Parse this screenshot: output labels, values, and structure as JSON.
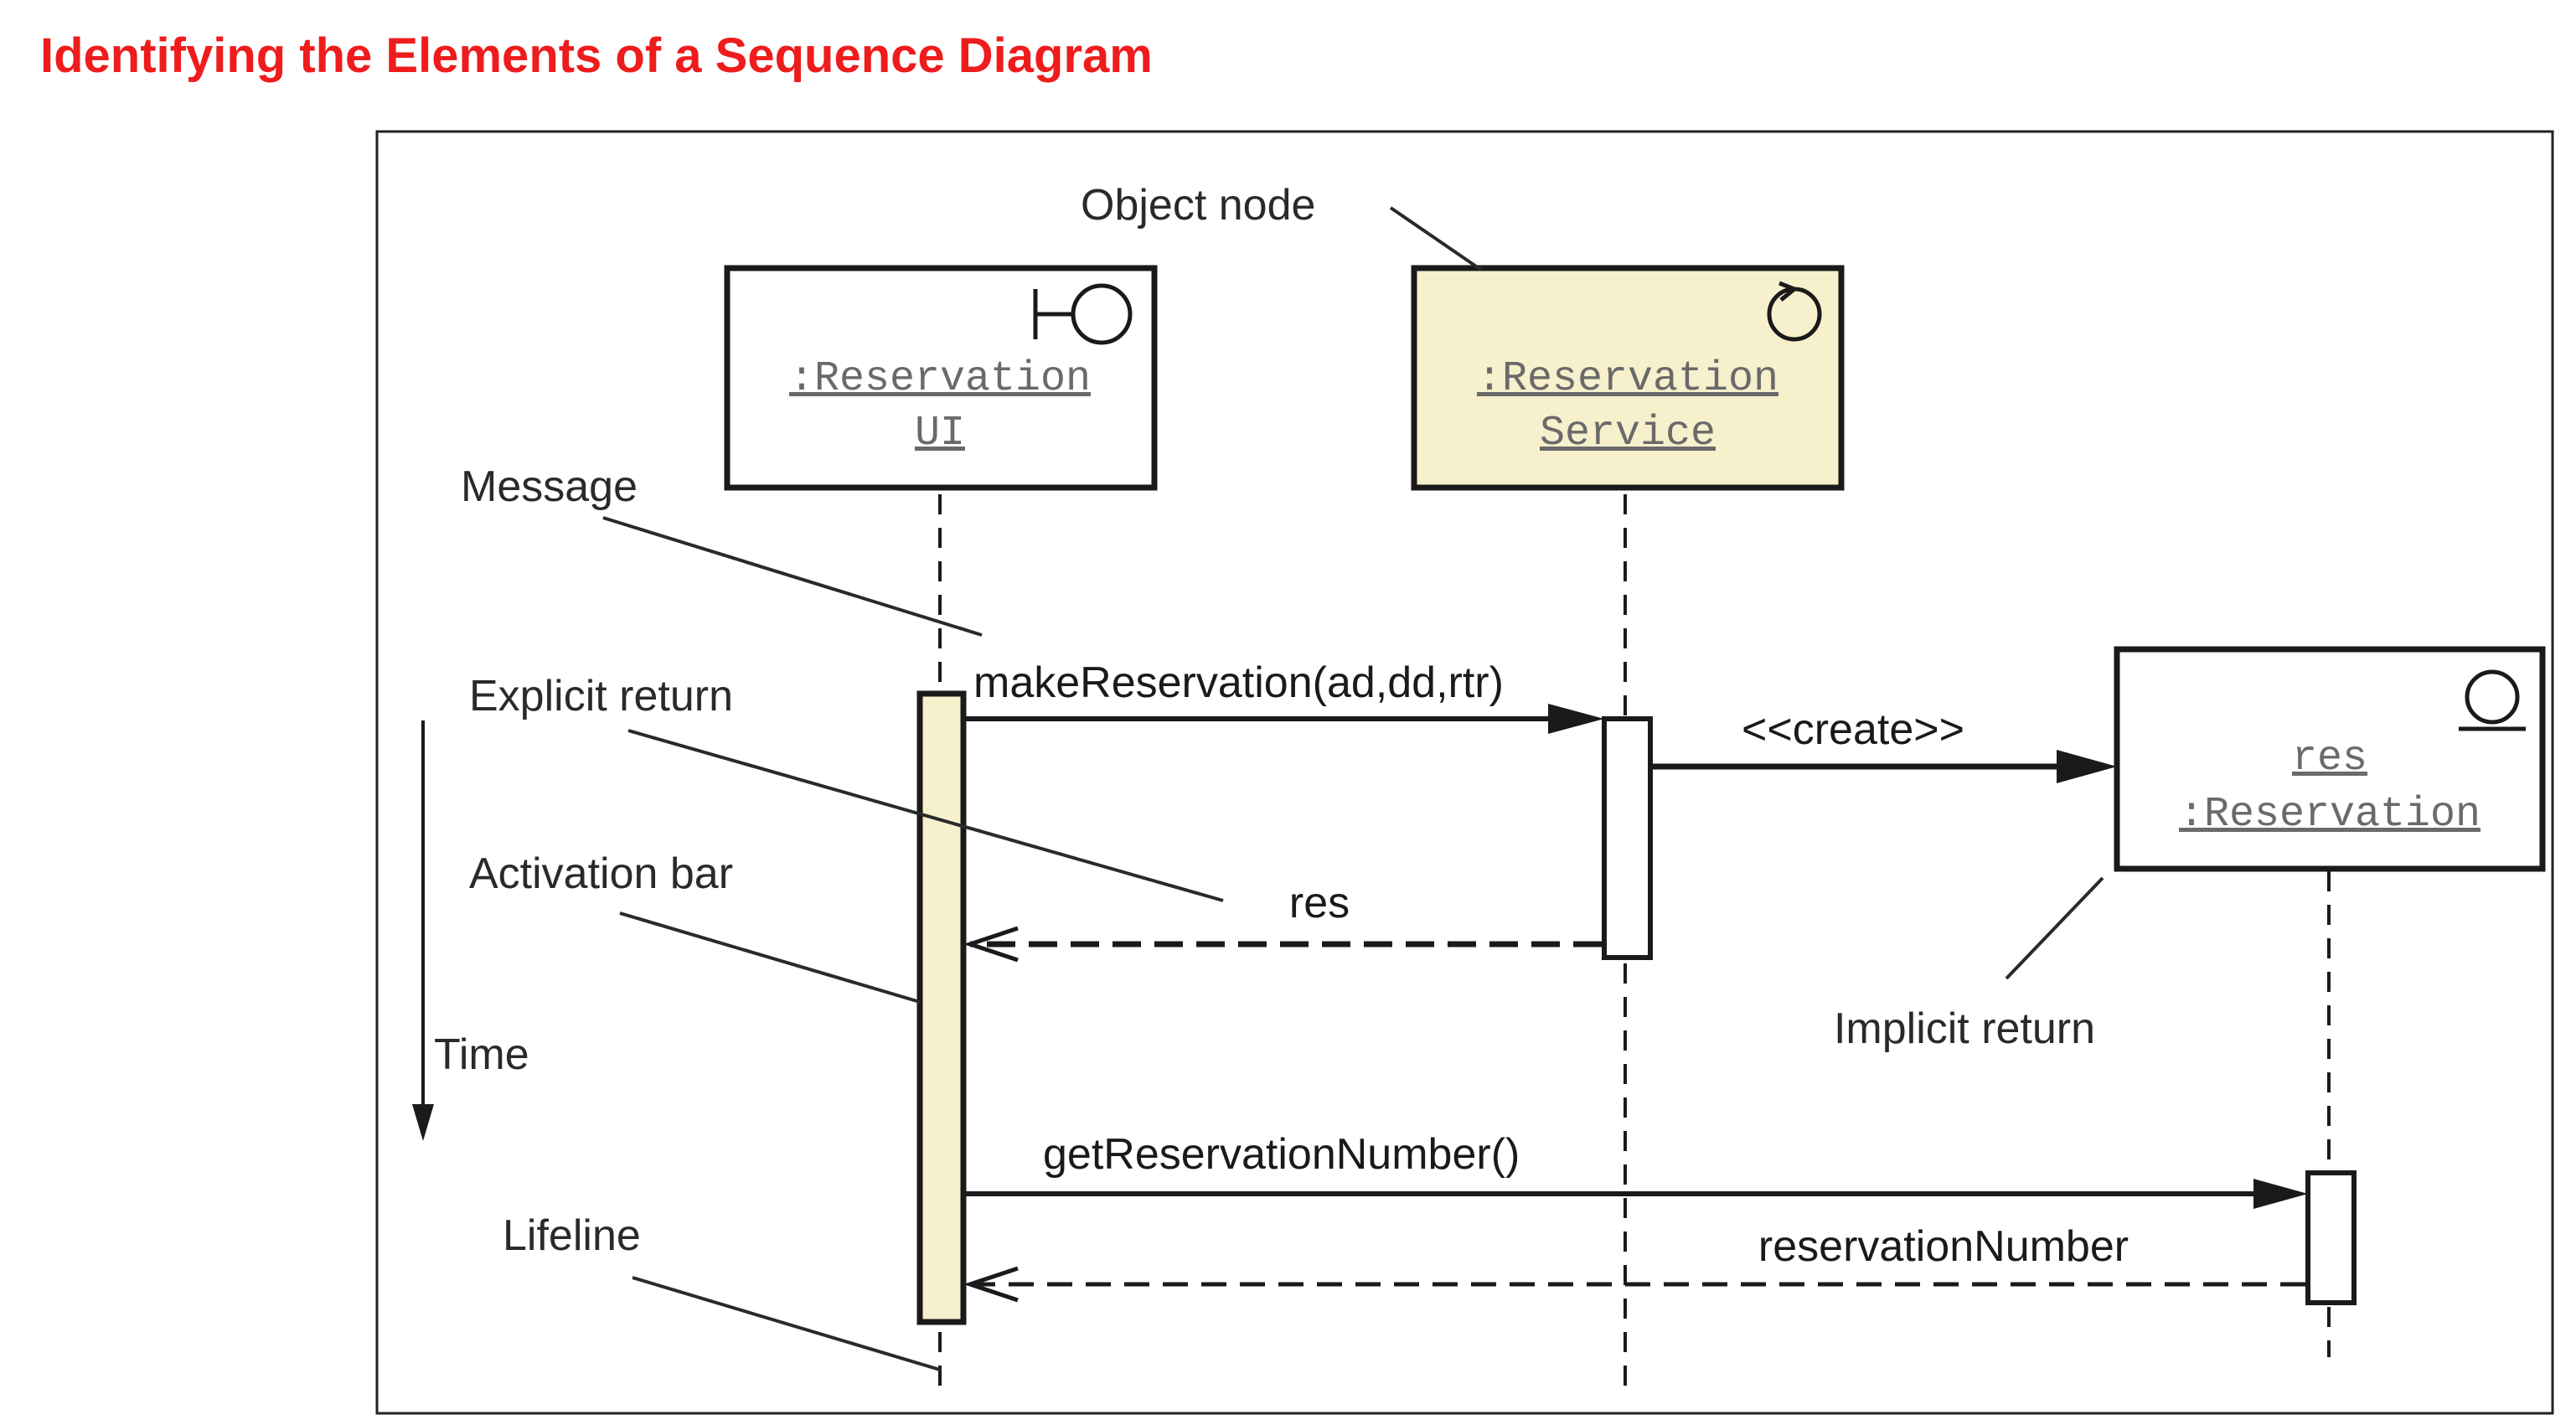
{
  "page": {
    "title": "Identifying the Elements of a Sequence Diagram",
    "title_color": "#ee1c1c"
  },
  "colors": {
    "frame": "#222222",
    "highlight_fill": "#f6f0cc",
    "line": "#1a1a1a"
  },
  "objects": [
    {
      "id": "ui",
      "name_line1": ":Reservation",
      "name_line2": "UI",
      "stereotype_icon": "boundary-icon",
      "highlighted": false
    },
    {
      "id": "service",
      "name_line1": ":Reservation",
      "name_line2": "Service",
      "stereotype_icon": "control-icon",
      "highlighted": true
    },
    {
      "id": "res",
      "name_line1": "res",
      "name_line2": ":Reservation",
      "stereotype_icon": "entity-icon",
      "highlighted": false
    }
  ],
  "messages": [
    {
      "id": "make_reservation",
      "label": "makeReservation(ad,dd,rtr)",
      "kind": "synchronous",
      "from": "ui",
      "to": "service"
    },
    {
      "id": "create",
      "label": "<<create>>",
      "kind": "create",
      "from": "service",
      "to": "res"
    },
    {
      "id": "res_return",
      "label": "res",
      "kind": "return",
      "from": "service",
      "to": "ui"
    },
    {
      "id": "get_number",
      "label": "getReservationNumber()",
      "kind": "synchronous",
      "from": "ui",
      "to": "res"
    },
    {
      "id": "number_return",
      "label": "reservationNumber",
      "kind": "return",
      "from": "res",
      "to": "ui"
    }
  ],
  "annotations": {
    "object_node": "Object node",
    "message": "Message",
    "explicit_return": "Explicit return",
    "activation_bar": "Activation bar",
    "time": "Time",
    "lifeline": "Lifeline",
    "implicit_return": "Implicit return"
  }
}
